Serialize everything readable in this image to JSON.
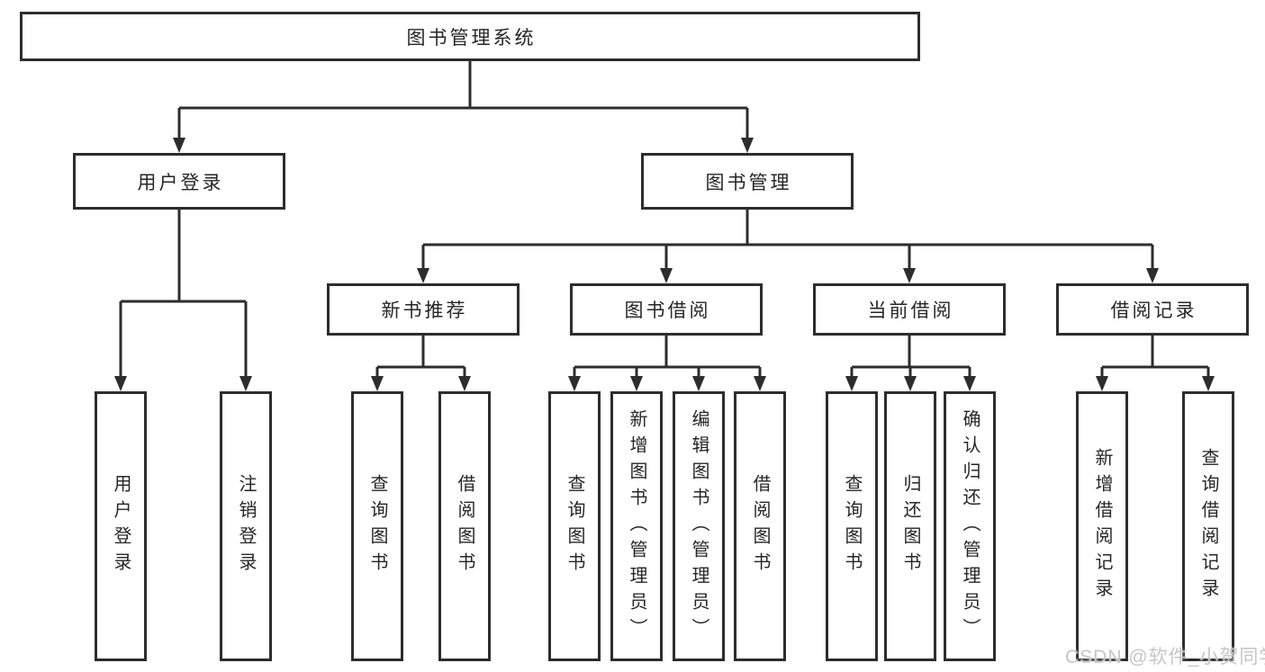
{
  "diagram": {
    "root": {
      "label": "图书管理系统"
    },
    "level2": {
      "user_login": "用户登录",
      "book_management": "图书管理"
    },
    "level3": {
      "new_book_recommend": "新书推荐",
      "book_borrowing": "图书借阅",
      "current_borrowing": "当前借阅",
      "borrowing_records": "借阅记录"
    },
    "leaves": {
      "user_login": "用户登录",
      "logout": "注销登录",
      "nb_query_books": "查询图书",
      "nb_borrow_books": "借阅图书",
      "bb_query_books": "查询图书",
      "bb_add_books_admin": "新增图书（管理员）",
      "bb_edit_books_admin": "编辑图书（管理员）",
      "bb_borrow_books": "借阅图书",
      "cb_query_books": "查询图书",
      "cb_return_books": "归还图书",
      "cb_confirm_return_admin": "确认归还（管理员）",
      "br_add_record": "新增借阅记录",
      "br_query_record": "查询借阅记录"
    },
    "watermark": "CSDN @软件_小贺同学",
    "colors": {
      "line": "#2d2d2d",
      "text": "#262626",
      "watermark": "#c6c6c6",
      "background": "#ffffff"
    }
  }
}
